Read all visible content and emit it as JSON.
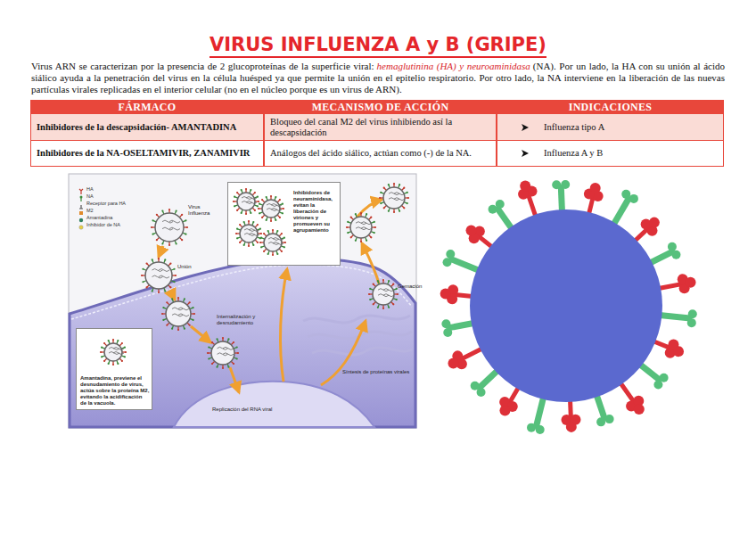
{
  "diagram": {
    "title": "VIRUS INFLUENZA A y B (GRIPE)",
    "nodes": [
      {
        "text": [
          "Inhibidores de neuraminidasa, evitan la liberación de viriones y promueven su agrupamiento"
        ]
      },
      {
        "text": [
          "Amantadina, previene el desnudamiento de virus, actúa sobre la proteína M2, evitando la acidificación de la vacuola."
        ]
      }
    ],
    "labels": [
      "Virus ARN se caracterizan por la presencia de 2 glucoproteínas de la superficie viral:",
      "hemaglutinina (HA) y neuroaminidasa",
      "(NA). Por un lado, la HA con su unión al ácido siálico ayuda a la penetración del virus en la célula huésped ya que permite la unión en el epitelio respiratorio. Por otro lado, la NA interviene en la liberación de las nuevas partículas virales replicadas en el interior celular (no en el núcleo porque es un virus de ARN).",
      "FÁRMACO",
      "MECANISMO DE ACCIÓN",
      "INDICACIONES",
      "Inhibidores de la descapsidación- AMANTADINA",
      "Bloqueo del canal M2 del virus inhibiendo así la descapsidación",
      "Influenza tipo A",
      "Inhibidores de la NA-OSELTAMIVIR, ZANAMIVIR",
      "Análogos del ácido siálico, actúan como (-) de la NA.",
      "Influenza A y B",
      "Virus Influenza",
      "Unión",
      "Internalización y desnudamiento",
      "Gemación",
      "Síntesis de proteínas virales",
      "Replicación del RNA viral"
    ],
    "legend": [
      {
        "text": "HA"
      },
      {
        "text": "NA"
      },
      {
        "text": "Receptor para HA"
      },
      {
        "text": "M2"
      },
      {
        "text": "Amantadina"
      },
      {
        "text": "Inhibidor de NA"
      }
    ]
  }
}
